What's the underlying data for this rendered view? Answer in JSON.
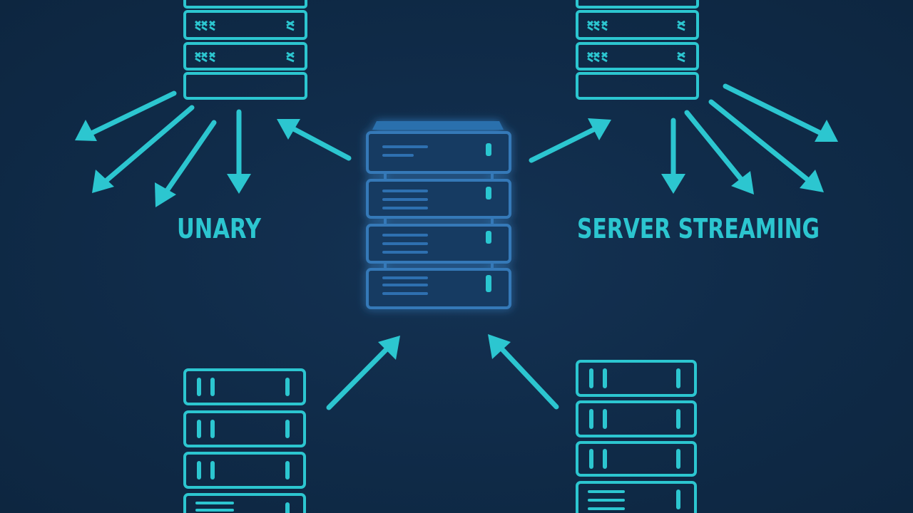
{
  "labels": {
    "left": "UNARY",
    "right": "SERVER STREAMING"
  },
  "colors": {
    "background": "#0f2a47",
    "accent": "#2cc6d0",
    "server_center_fill": "#1a4a78",
    "server_center_edge": "#3479b8"
  },
  "nodes": [
    {
      "id": "central-server",
      "icon": "server-rack-icon"
    },
    {
      "id": "unary-client-server",
      "icon": "server-rack-icon"
    },
    {
      "id": "streaming-client-server",
      "icon": "server-rack-icon"
    },
    {
      "id": "bottom-left-server",
      "icon": "server-rack-icon"
    },
    {
      "id": "bottom-right-server",
      "icon": "server-rack-icon"
    }
  ]
}
